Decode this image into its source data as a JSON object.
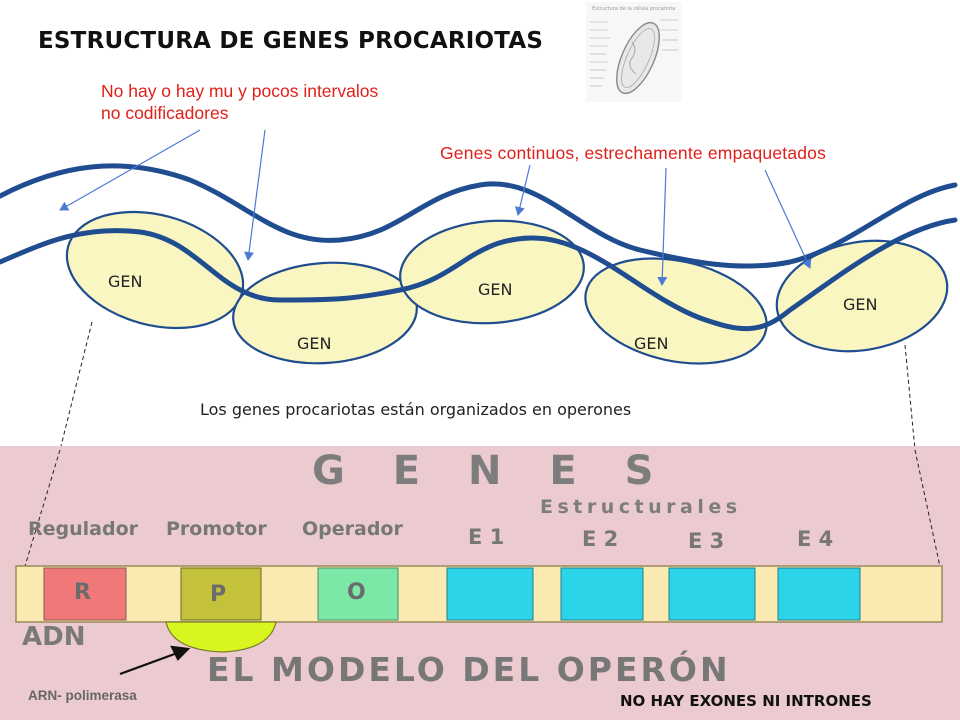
{
  "title": "ESTRUCTURA DE GENES PROCARIOTAS",
  "annotations": {
    "no_coding": "No hay o hay mu y pocos intervalos no codificadores",
    "continuous": "Genes continuos, estrechamente empaquetados"
  },
  "gene_label": "GEN",
  "operon_caption": "Los genes procariotas están organizados en operones",
  "operon_diagram": {
    "genes_heading": "G E N E S",
    "structural_heading": "Estructurales",
    "regulator": "Regulador",
    "promoter": "Promotor",
    "operator": "Operador",
    "e1": "E 1",
    "e2": "E 2",
    "e3": "E 3",
    "e4": "E 4",
    "box_r": "R",
    "box_p": "P",
    "box_o": "O",
    "dna": "ADN",
    "model_title": "EL MODELO DEL OPERÓN",
    "rna_polymerase": "ARN- polimerasa"
  },
  "footer_note": "NO HAY EXONES NI INTRONES",
  "thumbnail_caption": "Estructura de la célula procariota",
  "colors": {
    "annotation_red": "#e0201b",
    "gene_fill": "#faf6c2",
    "dna_strand": "#1f4d8f",
    "panel_pink": "#eccbd0",
    "box_r": "#f07878",
    "box_p": "#c4c23a",
    "box_o": "#7ce8a8",
    "box_e": "#2bd4e8",
    "polymerase": "#d9f520"
  }
}
